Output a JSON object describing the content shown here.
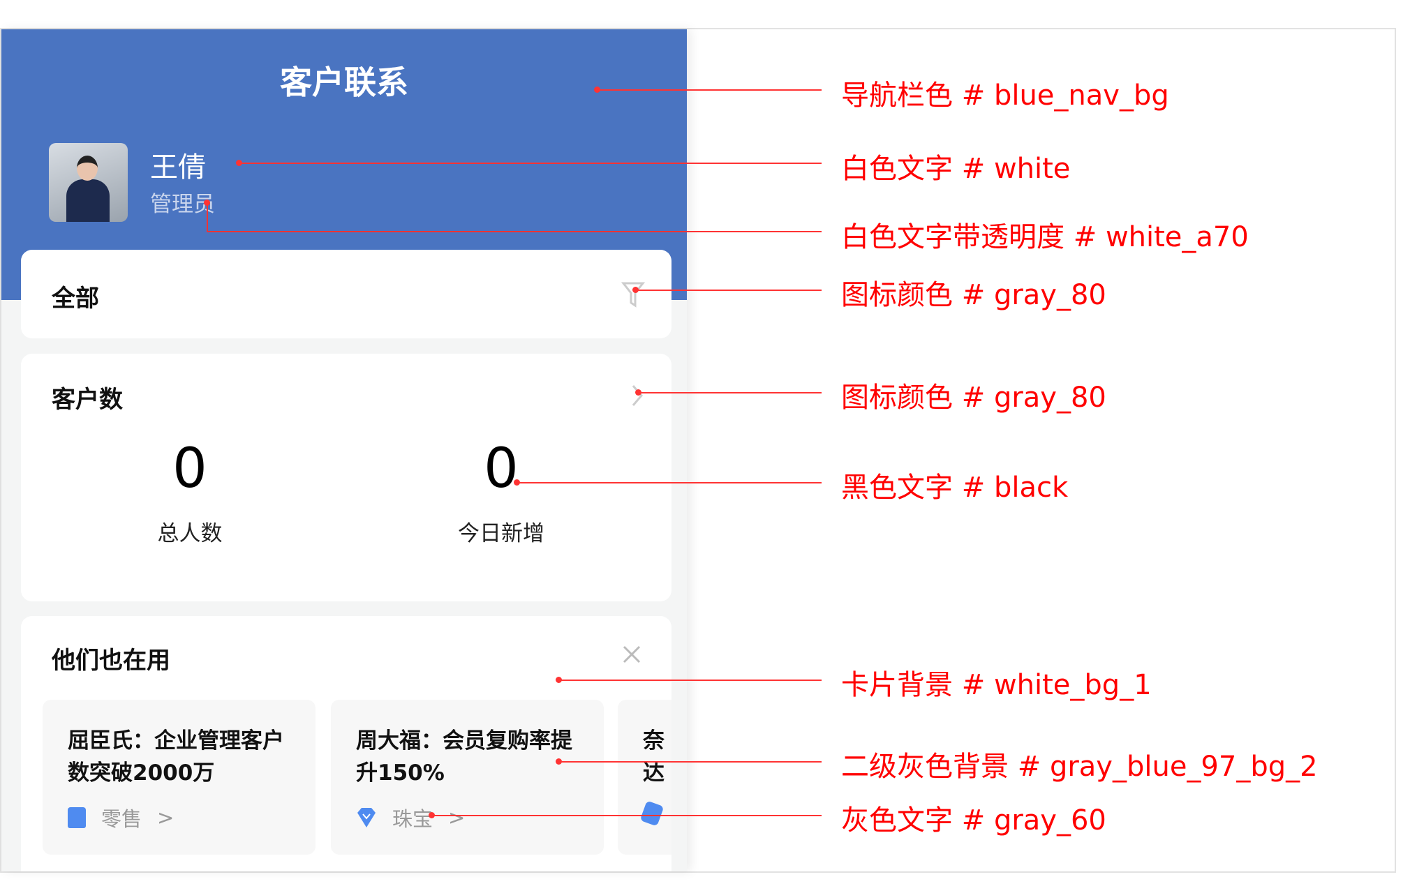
{
  "nav": {
    "title": "客户联系"
  },
  "user": {
    "name": "王倩",
    "role": "管理员"
  },
  "filter": {
    "label": "全部",
    "icon": "filter-icon"
  },
  "stats": {
    "title": "客户数",
    "icon": "chevron-right-icon",
    "items": [
      {
        "value": "0",
        "label": "总人数"
      },
      {
        "value": "0",
        "label": "今日新增"
      }
    ]
  },
  "recommend": {
    "title": "他们也在用",
    "close_icon": "close-icon",
    "cases": [
      {
        "title": "屈臣氏：企业管理客户数突破2000万",
        "tag": "零售",
        "arrow": ">",
        "icon": "shopping-bag-icon"
      },
      {
        "title": "周大福：会员复购率提升150%",
        "tag": "珠宝",
        "arrow": ">",
        "icon": "diamond-icon"
      },
      {
        "title": "奈达",
        "icon": "handshake-icon"
      }
    ]
  },
  "annotations": [
    "导航栏色 # blue_nav_bg",
    "白色文字 # white",
    "白色文字带透明度  # white_a70",
    "图标颜色 # gray_80",
    "图标颜色 # gray_80",
    "黑色文字 # black",
    "卡片背景 # white_bg_1",
    "二级灰色背景 # gray_blue_97_bg_2",
    "灰色文字 # gray_60"
  ],
  "colors": {
    "blue_nav_bg": "#4a74c1",
    "page_bg": "#f4f5f5",
    "card_bg": "#ffffff",
    "sub_bg": "#f7f7f7",
    "annotation": "#ff0000",
    "accent_icon": "#4f8bf0"
  }
}
